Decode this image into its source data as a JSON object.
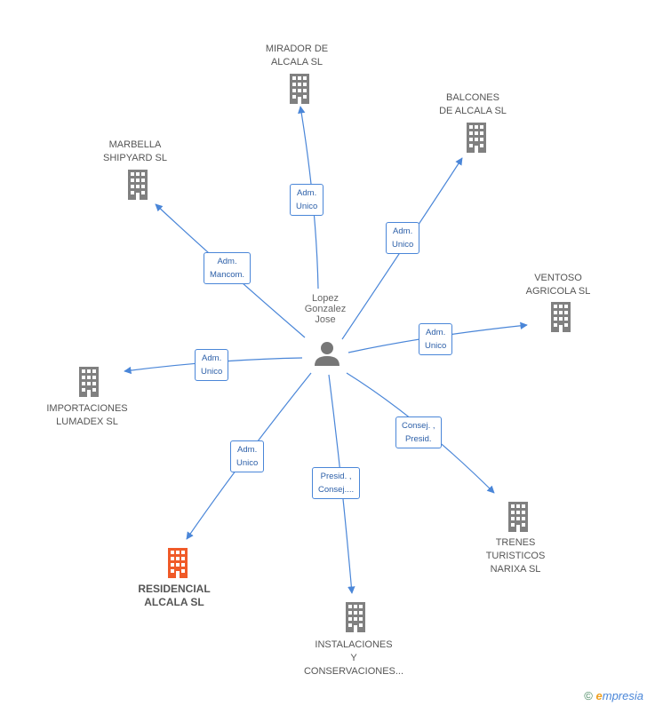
{
  "center": {
    "name_lines": [
      "Lopez",
      "Gonzalez",
      "Jose"
    ],
    "icon": "person-icon"
  },
  "companies": [
    {
      "id": "mirador",
      "lines": [
        "MIRADOR DE",
        "ALCALA SL"
      ],
      "highlight": false,
      "role_lines": [
        "Adm.",
        "Unico"
      ]
    },
    {
      "id": "balcones",
      "lines": [
        "BALCONES",
        "DE ALCALA SL"
      ],
      "highlight": false,
      "role_lines": [
        "Adm.",
        "Unico"
      ]
    },
    {
      "id": "marbella",
      "lines": [
        "MARBELLA",
        "SHIPYARD SL"
      ],
      "highlight": false,
      "role_lines": [
        "Adm.",
        "Mancom."
      ]
    },
    {
      "id": "ventoso",
      "lines": [
        "VENTOSO",
        "AGRICOLA SL"
      ],
      "highlight": false,
      "role_lines": [
        "Adm.",
        "Unico"
      ]
    },
    {
      "id": "importaciones",
      "lines": [
        "IMPORTACIONES",
        "LUMADEX SL"
      ],
      "highlight": false,
      "role_lines": [
        "Adm.",
        "Unico"
      ]
    },
    {
      "id": "residencial",
      "lines": [
        "RESIDENCIAL",
        "ALCALA SL"
      ],
      "highlight": true,
      "role_lines": [
        "Adm.",
        "Unico"
      ]
    },
    {
      "id": "instalaciones",
      "lines": [
        "INSTALACIONES",
        "Y",
        "CONSERVACIONES..."
      ],
      "highlight": false,
      "role_lines": [
        "Presid. ,",
        "Consej...."
      ]
    },
    {
      "id": "trenes",
      "lines": [
        "TRENES",
        "TURISTICOS",
        "NARIXA SL"
      ],
      "highlight": false,
      "role_lines": [
        "Consej. ,",
        "Presid."
      ]
    }
  ],
  "colors": {
    "edge": "#4a86d8",
    "building": "#808080",
    "building_highlight": "#f05a28"
  },
  "footer": {
    "copyright": "©",
    "brand_first": "e",
    "brand_rest": "mpresia"
  }
}
